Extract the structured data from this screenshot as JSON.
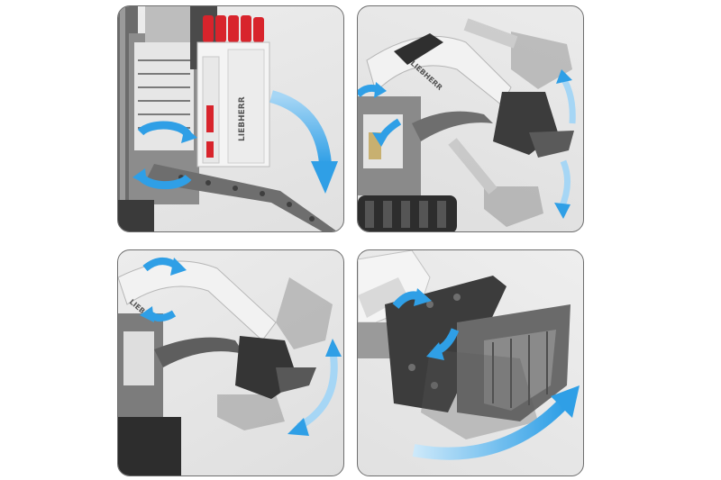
{
  "panels": [
    {
      "id": "upper-rotation",
      "model_text": "LIEBHERR",
      "arrow": "rotation"
    },
    {
      "id": "boom-lift",
      "model_text": "LIEBHERR",
      "arrow": "up-down"
    },
    {
      "id": "arm-swing",
      "model_text": "LIEBHERR",
      "arrow": "arc"
    },
    {
      "id": "bucket-tilt",
      "model_text": "",
      "arrow": "sweep"
    }
  ],
  "colors": {
    "arrow_blue": "#2f9fe6",
    "arrow_light": "#a6d6f5",
    "brick_gray": "#5a5a5a",
    "brick_dark": "#2f2f2f",
    "brick_white": "#f4f4f4",
    "brick_red": "#d8242c",
    "panel_border": "#6e6e6e"
  }
}
